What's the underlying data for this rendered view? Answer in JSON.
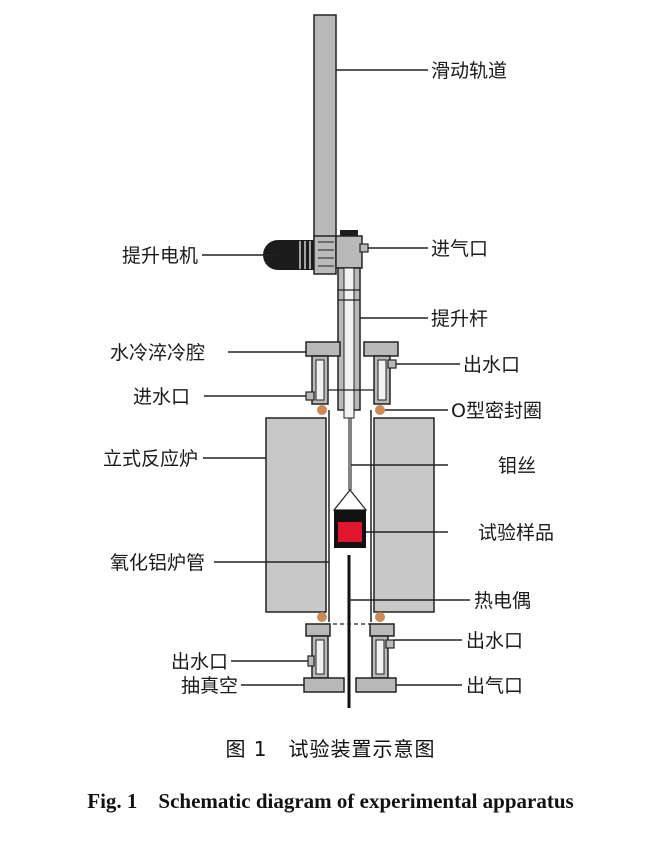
{
  "labels": {
    "slide_rail": "滑动轨道",
    "lift_motor": "提升电机",
    "gas_inlet": "进气口",
    "lift_rod": "提升杆",
    "quench_chamber": "水冷淬冷腔",
    "water_outlet_top": "出水口",
    "water_inlet": "进水口",
    "o_ring": "O型密封圈",
    "furnace": "立式反应炉",
    "mo_wire": "钼丝",
    "sample": "试验样品",
    "alumina_tube": "氧化铝炉管",
    "thermocouple": "热电偶",
    "water_outlet_right": "出水口",
    "water_outlet_left": "出水口",
    "vacuum": "抽真空",
    "gas_outlet": "出气口"
  },
  "caption": {
    "cn": "图 1　试验装置示意图",
    "en": "Fig. 1　Schematic diagram of experimental apparatus"
  },
  "colors": {
    "steel": "#b9b9b9",
    "furnace": "#c8c8c8",
    "sample_red": "#e0162c",
    "o_ring": "#c98a55",
    "outline": "#222222"
  }
}
